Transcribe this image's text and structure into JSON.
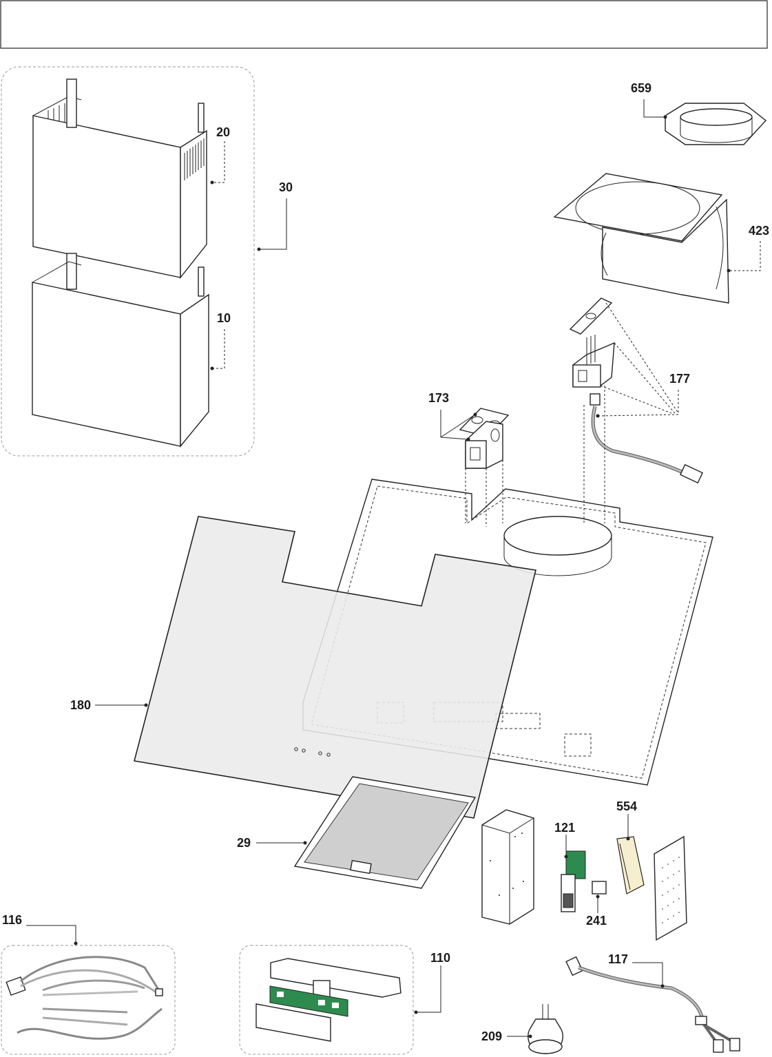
{
  "header": {
    "title": ""
  },
  "parts": [
    {
      "id": "p659",
      "number": "659"
    },
    {
      "id": "p20",
      "number": "20"
    },
    {
      "id": "p30",
      "number": "30"
    },
    {
      "id": "p423",
      "number": "423"
    },
    {
      "id": "p10",
      "number": "10"
    },
    {
      "id": "p177",
      "number": "177"
    },
    {
      "id": "p173",
      "number": "173"
    },
    {
      "id": "p180",
      "number": "180"
    },
    {
      "id": "p554",
      "number": "554"
    },
    {
      "id": "p121",
      "number": "121"
    },
    {
      "id": "p29",
      "number": "29"
    },
    {
      "id": "p241",
      "number": "241"
    },
    {
      "id": "p116",
      "number": "116"
    },
    {
      "id": "p110",
      "number": "110"
    },
    {
      "id": "p117",
      "number": "117"
    },
    {
      "id": "p209",
      "number": "209"
    }
  ],
  "colors": {
    "glass": "#ebebeb",
    "pcb": "#2e8b4f",
    "line": "#222222"
  }
}
